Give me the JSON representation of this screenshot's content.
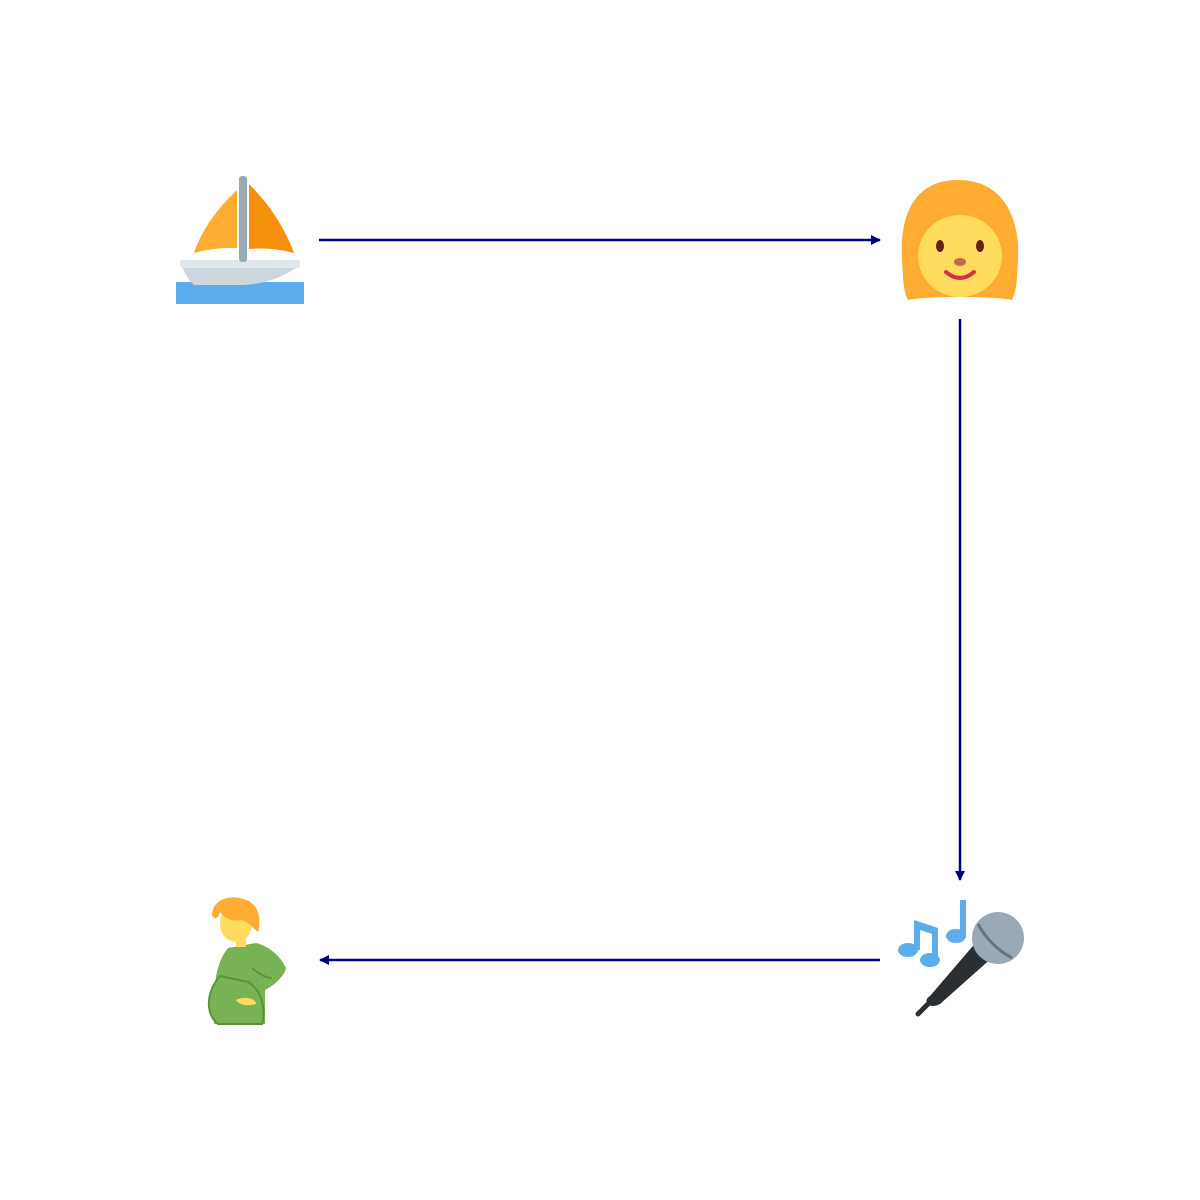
{
  "diagram": {
    "arrow_color": "#000080",
    "nodes": [
      {
        "id": "sailboat",
        "icon": "sailboat-icon"
      },
      {
        "id": "woman",
        "icon": "woman-icon"
      },
      {
        "id": "singer",
        "icon": "microphone-music-notes-icon"
      },
      {
        "id": "pregnant-man",
        "icon": "pregnant-man-icon"
      }
    ],
    "edges": [
      {
        "from": "sailboat",
        "to": "woman"
      },
      {
        "from": "woman",
        "to": "singer"
      },
      {
        "from": "singer",
        "to": "pregnant-man"
      }
    ]
  }
}
